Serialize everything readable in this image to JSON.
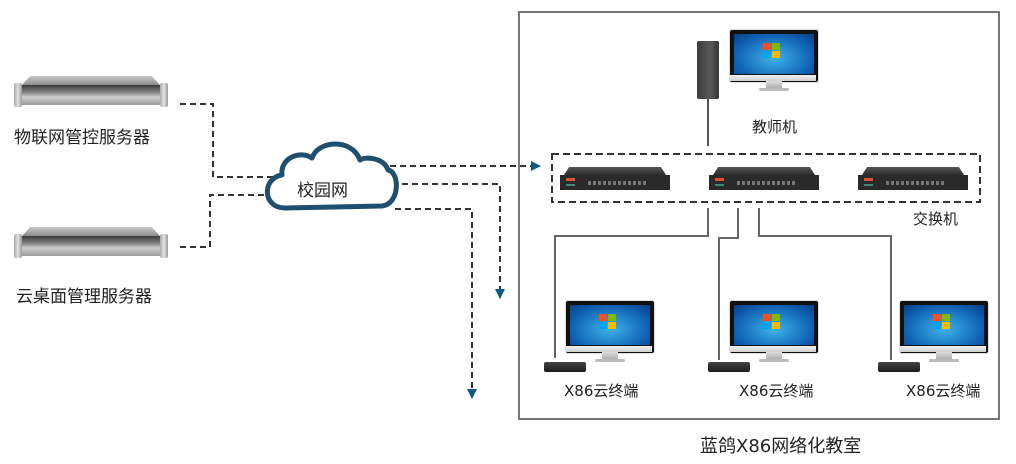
{
  "diagram": {
    "title": "蓝鸽X86网络化教室",
    "nodes": {
      "iot_server": {
        "label": "物联网管控服务器",
        "icon": "rack-server-icon"
      },
      "vdi_server": {
        "label": "云桌面管理服务器",
        "icon": "rack-server-icon"
      },
      "campus_net": {
        "label": "校园网",
        "icon": "cloud-icon"
      },
      "teacher_pc": {
        "label": "教师机",
        "icon": "desktop-pc-icon"
      },
      "switches": {
        "label": "交换机",
        "count": 3,
        "icon": "network-switch-icon"
      },
      "terminals": [
        {
          "label": "X86云终端",
          "icon": "thin-client-monitor-icon"
        },
        {
          "label": "X86云终端",
          "icon": "thin-client-monitor-icon"
        },
        {
          "label": "X86云终端",
          "icon": "thin-client-monitor-icon"
        }
      ]
    },
    "edges": [
      {
        "from": "iot_server",
        "to": "campus_net",
        "style": "dashed"
      },
      {
        "from": "vdi_server",
        "to": "campus_net",
        "style": "dashed"
      },
      {
        "from": "campus_net",
        "to": "switches",
        "style": "dashed-arrow"
      },
      {
        "from": "campus_net",
        "to": "offscreen-1",
        "style": "dashed-arrow"
      },
      {
        "from": "campus_net",
        "to": "offscreen-2",
        "style": "dashed-arrow"
      },
      {
        "from": "teacher_pc",
        "to": "switches",
        "style": "solid"
      },
      {
        "from": "switches",
        "to": "terminal-1",
        "style": "solid"
      },
      {
        "from": "switches",
        "to": "terminal-2",
        "style": "solid"
      },
      {
        "from": "switches",
        "to": "terminal-3",
        "style": "solid"
      }
    ],
    "colors": {
      "arrow": "#0d5a85",
      "cloud_stroke": "#1f4e6e",
      "wire": "#555555",
      "dashed": "#333333",
      "border": "#777777"
    }
  }
}
